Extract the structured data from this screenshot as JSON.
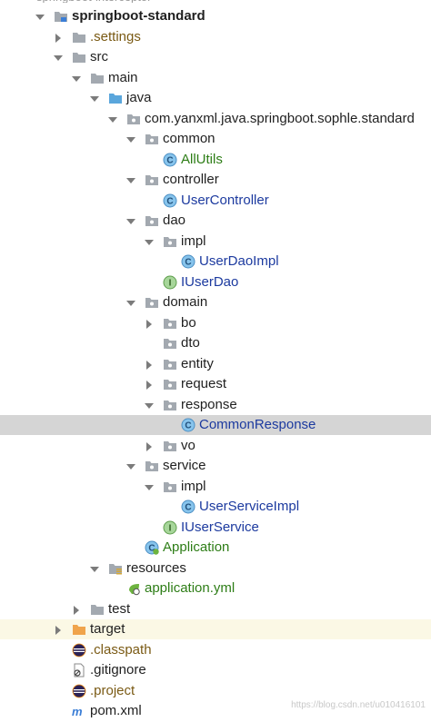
{
  "project": {
    "partial_row": "springboot-interceptor",
    "root": "springboot-standard"
  },
  "tree": [
    {
      "label": "springboot-standard",
      "depth": 0,
      "arrow": "down",
      "icon": "module-folder-icon",
      "style": "bold"
    },
    {
      "label": ".settings",
      "depth": 1,
      "arrow": "right",
      "icon": "folder-icon",
      "style": "brown"
    },
    {
      "label": "src",
      "depth": 1,
      "arrow": "down",
      "icon": "folder-icon",
      "style": "plain"
    },
    {
      "label": "main",
      "depth": 2,
      "arrow": "down",
      "icon": "folder-icon",
      "style": "plain"
    },
    {
      "label": "java",
      "depth": 3,
      "arrow": "down",
      "icon": "source-folder-icon",
      "style": "plain"
    },
    {
      "label": "com.yanxml.java.springboot.sophle.standard",
      "depth": 4,
      "arrow": "down",
      "icon": "package-icon",
      "style": "plain"
    },
    {
      "label": "common",
      "depth": 5,
      "arrow": "down",
      "icon": "package-icon",
      "style": "plain"
    },
    {
      "label": "AllUtils",
      "depth": 6,
      "arrow": "none",
      "icon": "class-icon",
      "style": "green"
    },
    {
      "label": "controller",
      "depth": 5,
      "arrow": "down",
      "icon": "package-icon",
      "style": "plain"
    },
    {
      "label": "UserController",
      "depth": 6,
      "arrow": "none",
      "icon": "class-icon",
      "style": "blue"
    },
    {
      "label": "dao",
      "depth": 5,
      "arrow": "down",
      "icon": "package-icon",
      "style": "plain"
    },
    {
      "label": "impl",
      "depth": 6,
      "arrow": "down",
      "icon": "package-icon",
      "style": "plain"
    },
    {
      "label": "UserDaoImpl",
      "depth": 7,
      "arrow": "none",
      "icon": "class-icon",
      "style": "blue"
    },
    {
      "label": "IUserDao",
      "depth": 6,
      "arrow": "none",
      "icon": "interface-icon",
      "style": "blue"
    },
    {
      "label": "domain",
      "depth": 5,
      "arrow": "down",
      "icon": "package-icon",
      "style": "plain"
    },
    {
      "label": "bo",
      "depth": 6,
      "arrow": "right",
      "icon": "package-icon",
      "style": "plain"
    },
    {
      "label": "dto",
      "depth": 6,
      "arrow": "none",
      "icon": "package-icon",
      "style": "plain"
    },
    {
      "label": "entity",
      "depth": 6,
      "arrow": "right",
      "icon": "package-icon",
      "style": "plain"
    },
    {
      "label": "request",
      "depth": 6,
      "arrow": "right",
      "icon": "package-icon",
      "style": "plain"
    },
    {
      "label": "response",
      "depth": 6,
      "arrow": "down",
      "icon": "package-icon",
      "style": "plain"
    },
    {
      "label": "CommonResponse",
      "depth": 7,
      "arrow": "none",
      "icon": "class-icon",
      "style": "blue",
      "selected": true
    },
    {
      "label": "vo",
      "depth": 6,
      "arrow": "right",
      "icon": "package-icon",
      "style": "plain"
    },
    {
      "label": "service",
      "depth": 5,
      "arrow": "down",
      "icon": "package-icon",
      "style": "plain"
    },
    {
      "label": "impl",
      "depth": 6,
      "arrow": "down",
      "icon": "package-icon",
      "style": "plain"
    },
    {
      "label": "UserServiceImpl",
      "depth": 7,
      "arrow": "none",
      "icon": "class-icon",
      "style": "blue"
    },
    {
      "label": "IUserService",
      "depth": 6,
      "arrow": "none",
      "icon": "interface-icon",
      "style": "blue"
    },
    {
      "label": "Application",
      "depth": 5,
      "arrow": "none",
      "icon": "spring-boot-class-icon",
      "style": "green"
    },
    {
      "label": "resources",
      "depth": 3,
      "arrow": "down",
      "icon": "resources-folder-icon",
      "style": "plain"
    },
    {
      "label": "application.yml",
      "depth": 4,
      "arrow": "none",
      "icon": "spring-config-icon",
      "style": "green"
    },
    {
      "label": "test",
      "depth": 2,
      "arrow": "right",
      "icon": "folder-icon",
      "style": "plain"
    },
    {
      "label": "target",
      "depth": 1,
      "arrow": "right",
      "icon": "excluded-folder-icon",
      "style": "plain",
      "highlight": true
    },
    {
      "label": ".classpath",
      "depth": 1,
      "arrow": "none",
      "icon": "eclipse-icon",
      "style": "brown"
    },
    {
      "label": ".gitignore",
      "depth": 1,
      "arrow": "none",
      "icon": "gitignore-icon",
      "style": "plain"
    },
    {
      "label": ".project",
      "depth": 1,
      "arrow": "none",
      "icon": "eclipse-icon",
      "style": "brown"
    },
    {
      "label": "pom.xml",
      "depth": 1,
      "arrow": "none",
      "icon": "maven-icon",
      "style": "plain"
    }
  ],
  "watermark": "https://blog.csdn.net/u010416101",
  "colors": {
    "selected_row": "#d5d5d5",
    "highlight_row": "#fbf8e5",
    "class_blue": "#1c3a9f",
    "green_text": "#2d7d16",
    "folder_gray": "#a3a9b0",
    "java_folder_blue": "#5aa6dc",
    "target_orange": "#f0a44b"
  }
}
